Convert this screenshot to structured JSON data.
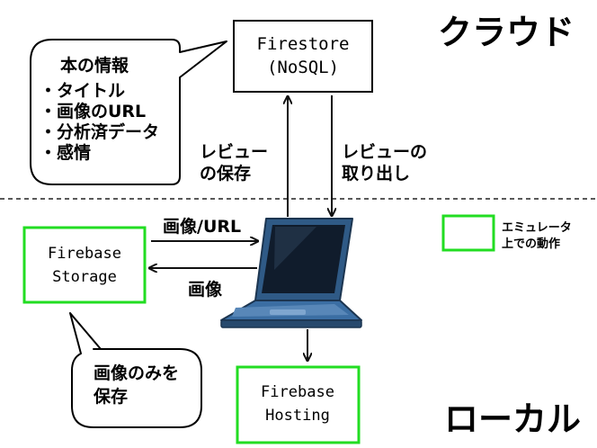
{
  "zones": {
    "cloud_label": "クラウド",
    "local_label": "ローカル"
  },
  "firestore": {
    "line1": "Firestore",
    "line2": "(NoSQL)"
  },
  "callout_info": {
    "title": "本の情報",
    "items": [
      "・タイトル",
      "・画像のURL",
      "・分析済データ",
      "・感情"
    ]
  },
  "arrows": {
    "save_review_line1": "レビュー",
    "save_review_line2": "の保存",
    "fetch_review_line1": "レビューの",
    "fetch_review_line2": "取り出し",
    "image_url": "画像/URL",
    "image": "画像"
  },
  "storage": {
    "line1": "Firebase",
    "line2": "Storage"
  },
  "hosting": {
    "line1": "Firebase",
    "line2": "Hosting"
  },
  "legend": {
    "line1": "エミュレータ",
    "line2": "上での動作",
    "swatch_color": "#22dd22"
  },
  "callout_storage": {
    "line1": "画像のみを",
    "line2": "保存"
  },
  "colors": {
    "emulator_green": "#22dd22",
    "laptop_body": "#2f5a86",
    "laptop_screen": "#101c2c"
  }
}
